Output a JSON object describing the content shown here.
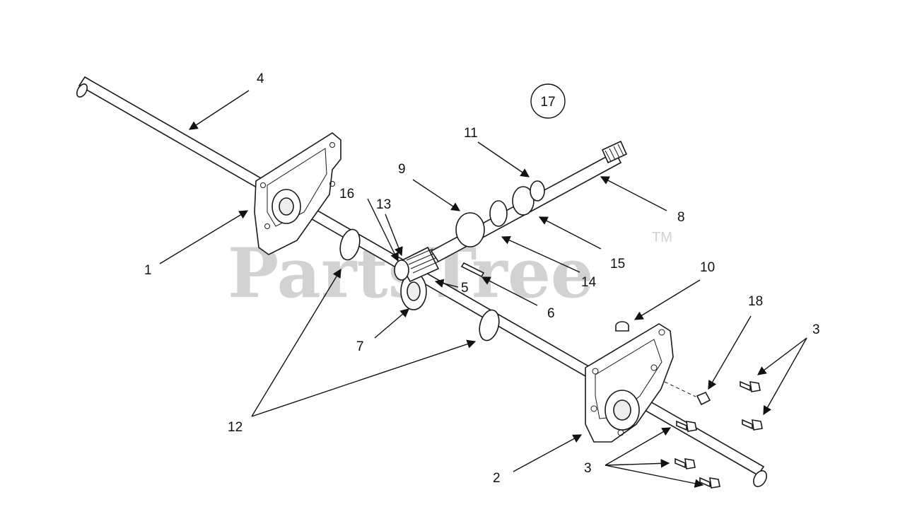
{
  "watermark": {
    "text": "PartsTree",
    "trademark": "TM"
  },
  "group_label": "17",
  "callouts": {
    "c1": "1",
    "c2": "2",
    "c3a": "3",
    "c3b": "3",
    "c4": "4",
    "c5": "5",
    "c6": "6",
    "c7": "7",
    "c8": "8",
    "c9": "9",
    "c10": "10",
    "c11": "11",
    "c12": "12",
    "c13": "13",
    "c14": "14",
    "c15": "15",
    "c16": "16",
    "c18": "18"
  },
  "colors": {
    "line": "#1a1a1a",
    "watermark": "#d2d2d2",
    "background": "#ffffff"
  }
}
